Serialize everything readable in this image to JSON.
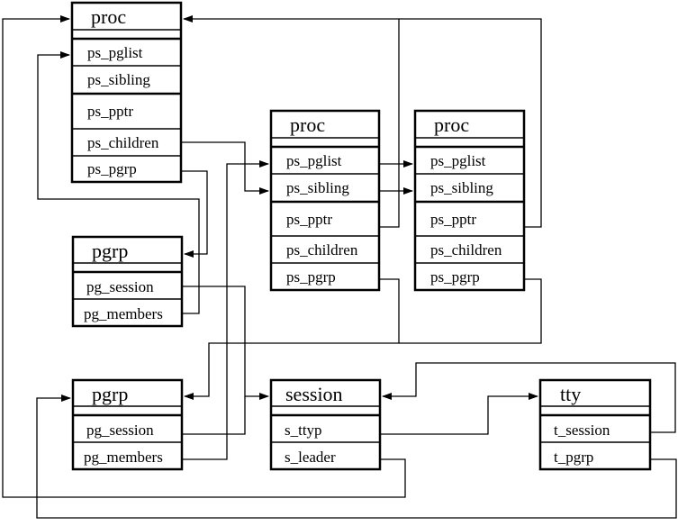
{
  "diagram": {
    "title": "process-group-session-structure-diagram",
    "colors": {
      "line": "#000000",
      "background": "#ffffff"
    },
    "boxes": [
      {
        "id": "proc1",
        "title": "proc",
        "fields": [
          "ps_pglist",
          "ps_sibling",
          "ps_pptr",
          "ps_children",
          "ps_pgrp"
        ]
      },
      {
        "id": "proc2",
        "title": "proc",
        "fields": [
          "ps_pglist",
          "ps_sibling",
          "ps_pptr",
          "ps_children",
          "ps_pgrp"
        ]
      },
      {
        "id": "proc3",
        "title": "proc",
        "fields": [
          "ps_pglist",
          "ps_sibling",
          "ps_pptr",
          "ps_children",
          "ps_pgrp"
        ]
      },
      {
        "id": "pgrp1",
        "title": "pgrp",
        "fields": [
          "pg_session",
          "pg_members"
        ]
      },
      {
        "id": "pgrp2",
        "title": "pgrp",
        "fields": [
          "pg_session",
          "pg_members"
        ]
      },
      {
        "id": "session",
        "title": "session",
        "fields": [
          "s_ttyp",
          "s_leader"
        ]
      },
      {
        "id": "tty",
        "title": "tty",
        "fields": [
          "t_session",
          "t_pgrp"
        ]
      }
    ],
    "connections": [
      {
        "from": "proc1.ps_children",
        "to": "proc2.ps_sibling"
      },
      {
        "from": "proc1.ps_pgrp",
        "to": "pgrp1"
      },
      {
        "from": "pgrp1.pg_members",
        "to": "proc1.ps_pglist"
      },
      {
        "from": "pgrp2.pg_members",
        "to": "proc2.ps_pglist"
      },
      {
        "from": "proc2.ps_pglist",
        "to": "proc3.ps_pglist"
      },
      {
        "from": "proc2.ps_sibling",
        "to": "proc3.ps_sibling"
      },
      {
        "from": "proc2.ps_pptr",
        "to": "proc1"
      },
      {
        "from": "proc3.ps_pptr",
        "to": "proc1"
      },
      {
        "from": "proc2.ps_pgrp",
        "to": "pgrp2"
      },
      {
        "from": "proc3.ps_pgrp",
        "to": "pgrp2"
      },
      {
        "from": "pgrp1.pg_session",
        "to": "session"
      },
      {
        "from": "pgrp2.pg_session",
        "to": "session"
      },
      {
        "from": "session.s_ttyp",
        "to": "tty"
      },
      {
        "from": "tty.t_session",
        "to": "session"
      },
      {
        "from": "session.s_leader",
        "to": "proc1"
      },
      {
        "from": "tty.t_pgrp",
        "to": "pgrp2"
      }
    ]
  }
}
